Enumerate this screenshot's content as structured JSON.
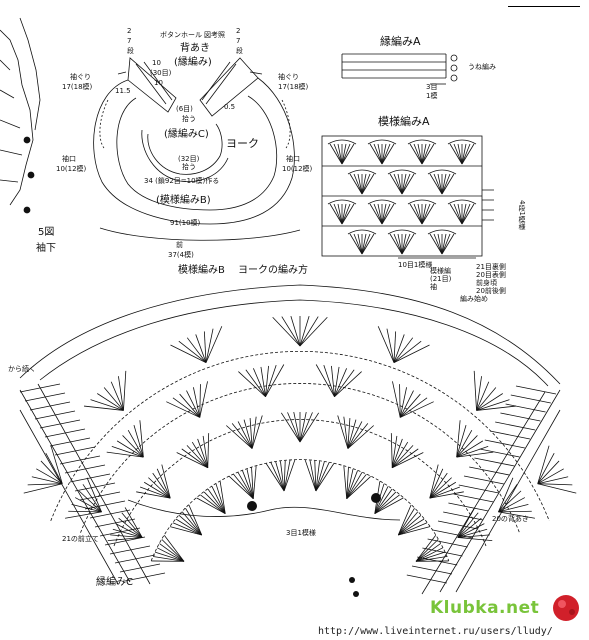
{
  "yoke": {
    "back_opening": "背あき",
    "back_band": "(縁編み)",
    "buttonhole": "ボタンホール",
    "see_figure": "図考照",
    "edge_c": "(縁編みC)",
    "yoke_label": "ヨーク",
    "pattern_b": "(模様編みB)",
    "stitch_note": "34 (鎖92目=10模)作る",
    "m_top_left": "2",
    "m_top_left_b": "7",
    "m_top_left_unit": "段",
    "m_top_right": "2",
    "m_top_right_b": "7",
    "m_top_right_unit": "段",
    "m_10": "10",
    "m_30": "(30目)",
    "m_10b": "10",
    "m_6": "(6目)",
    "m_6b": "拾う",
    "m_115": "11.5",
    "m_05": "0.5",
    "m_32": "(32目)",
    "m_32b": "拾う",
    "neck_back_l": "袖ぐり",
    "neck_back_l2": "17(18模)",
    "neck_back_r": "袖ぐり",
    "neck_back_r2": "17(18模)",
    "sleeve_l": "袖口",
    "sleeve_l2": "10(12模)",
    "sleeve_r": "袖口",
    "sleeve_r2": "10(12模)",
    "bottom_91": "91(10模)",
    "front": "前",
    "front2": "37(4模)",
    "fig5": "5図",
    "fig5_sub": "袖下"
  },
  "edge_a": {
    "title": "縁編みA",
    "note_loop": "うね編み",
    "count": "3目",
    "count_unit": "1模"
  },
  "pattern_a": {
    "title": "模様編みA",
    "repeat": "10目1模様",
    "row_side": "4段1模様",
    "legend_1": "模様編",
    "legend_2": "(21目)",
    "legend_3": "袖",
    "legend_4": "21目裏側",
    "legend_5": "20目表側",
    "legend_6": "前身頃",
    "legend_7": "20前後側",
    "start": "編み始め"
  },
  "pattern_b": {
    "title": "模様編みB",
    "title_suffix": "ヨークの編み方",
    "left_front": "21の前立て",
    "right_back": "20の背あき",
    "bottom_center": "3目1模様",
    "left_cont": "から続く",
    "edge_c": "縁編みC"
  },
  "watermark": {
    "brand": "Klubka.net",
    "url": "http://www.liveinternet.ru/users/lludy/"
  },
  "colors": {
    "ink": "#111111",
    "brand_green": "#79c43a",
    "brand_red": "#d1202a"
  }
}
